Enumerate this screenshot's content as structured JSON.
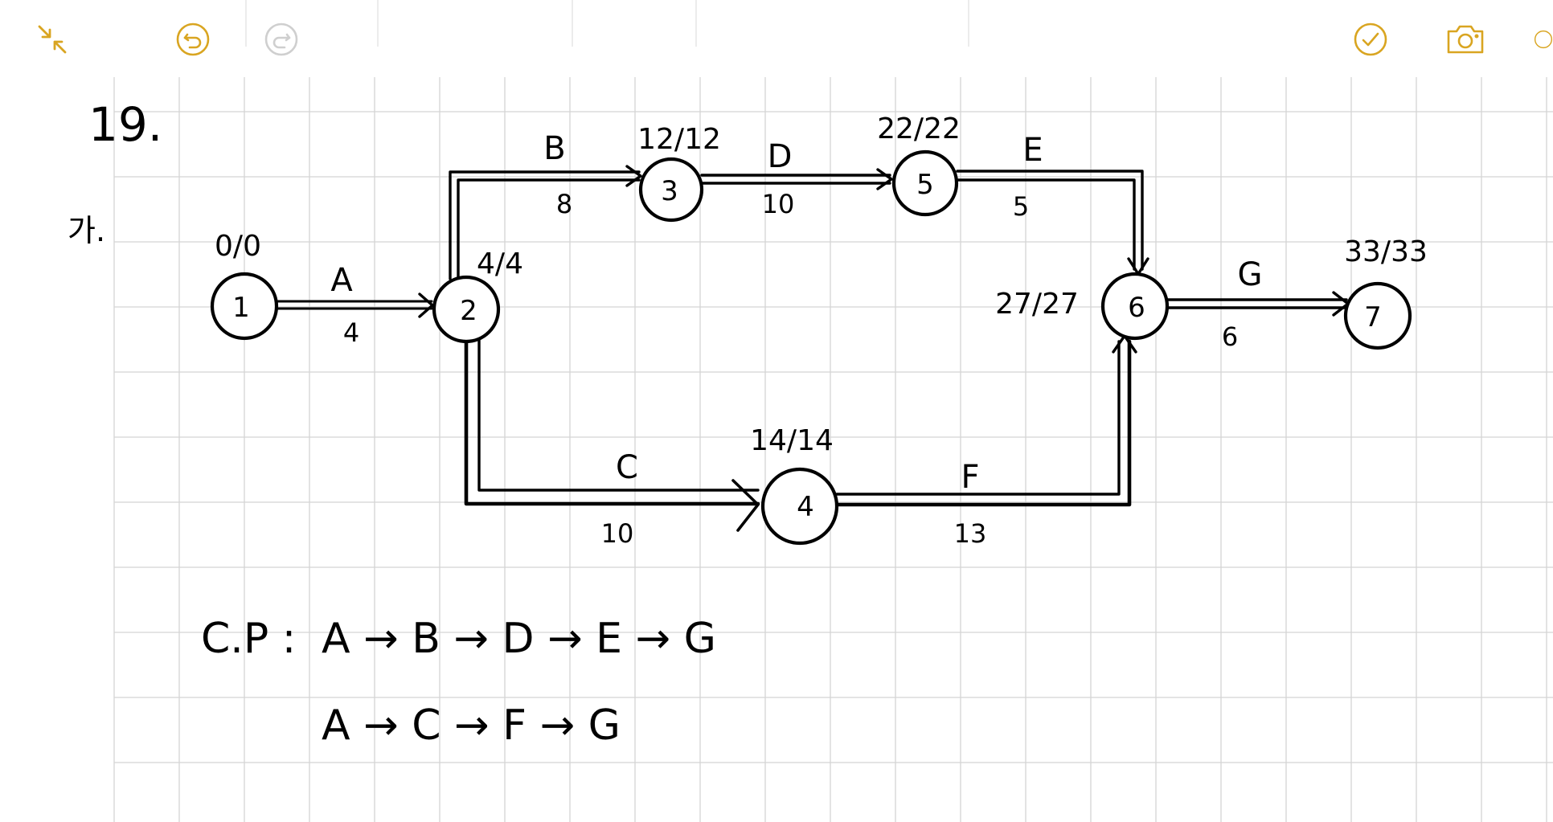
{
  "toolbar": {
    "accent_color": "#d9a521",
    "disabled_color": "#cfcfcf",
    "icons": [
      "collapse-icon",
      "undo-icon",
      "redo-icon",
      "checkmark-icon",
      "camera-icon",
      "pen-icon"
    ]
  },
  "note": {
    "problem_number": "19.",
    "subpart_label": "가.",
    "critical_path_label": "C.P :",
    "critical_path_1": "A → B → D → E → G",
    "critical_path_2": "A → C → F → G"
  },
  "network": {
    "nodes": [
      {
        "id": "1",
        "times": "0/0"
      },
      {
        "id": "2",
        "times": "4/4"
      },
      {
        "id": "3",
        "times": "12/12"
      },
      {
        "id": "4",
        "times": "14/14"
      },
      {
        "id": "5",
        "times": "22/22"
      },
      {
        "id": "6",
        "times": "27/27"
      },
      {
        "id": "7",
        "times": "33/33"
      }
    ],
    "activities": [
      {
        "name": "A",
        "duration": "4"
      },
      {
        "name": "B",
        "duration": "8"
      },
      {
        "name": "C",
        "duration": "10"
      },
      {
        "name": "D",
        "duration": "10"
      },
      {
        "name": "E",
        "duration": "5"
      },
      {
        "name": "F",
        "duration": "13"
      },
      {
        "name": "G",
        "duration": "6"
      }
    ]
  }
}
